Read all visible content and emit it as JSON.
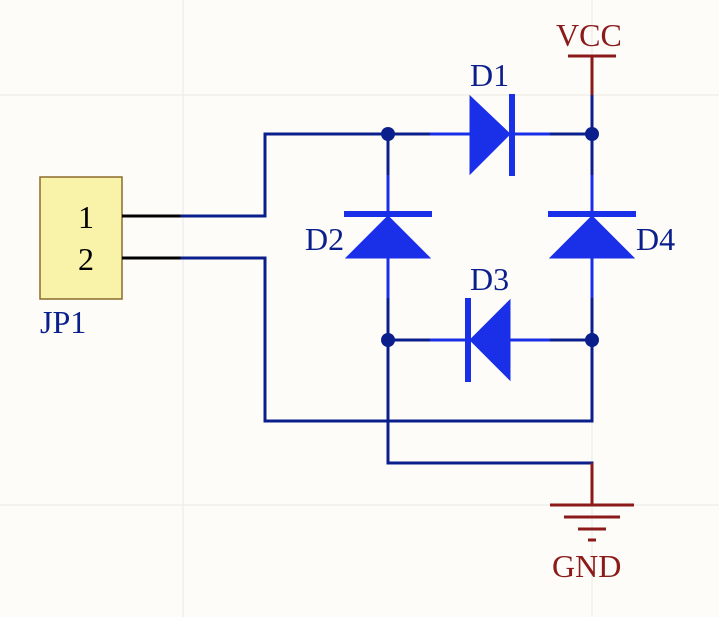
{
  "connector": {
    "ref": "JP1",
    "pins": [
      "1",
      "2"
    ],
    "fill": "#f8f3a8",
    "border": "#8b6d2a"
  },
  "diodes": [
    {
      "ref": "D1"
    },
    {
      "ref": "D2"
    },
    {
      "ref": "D3"
    },
    {
      "ref": "D4"
    }
  ],
  "power": {
    "vcc_label": "VCC",
    "gnd_label": "GND"
  },
  "colors": {
    "wire": "#0b1f8c",
    "component": "#1a2fe8",
    "power": "#8b1a1a",
    "background": "#fdfcf8"
  }
}
